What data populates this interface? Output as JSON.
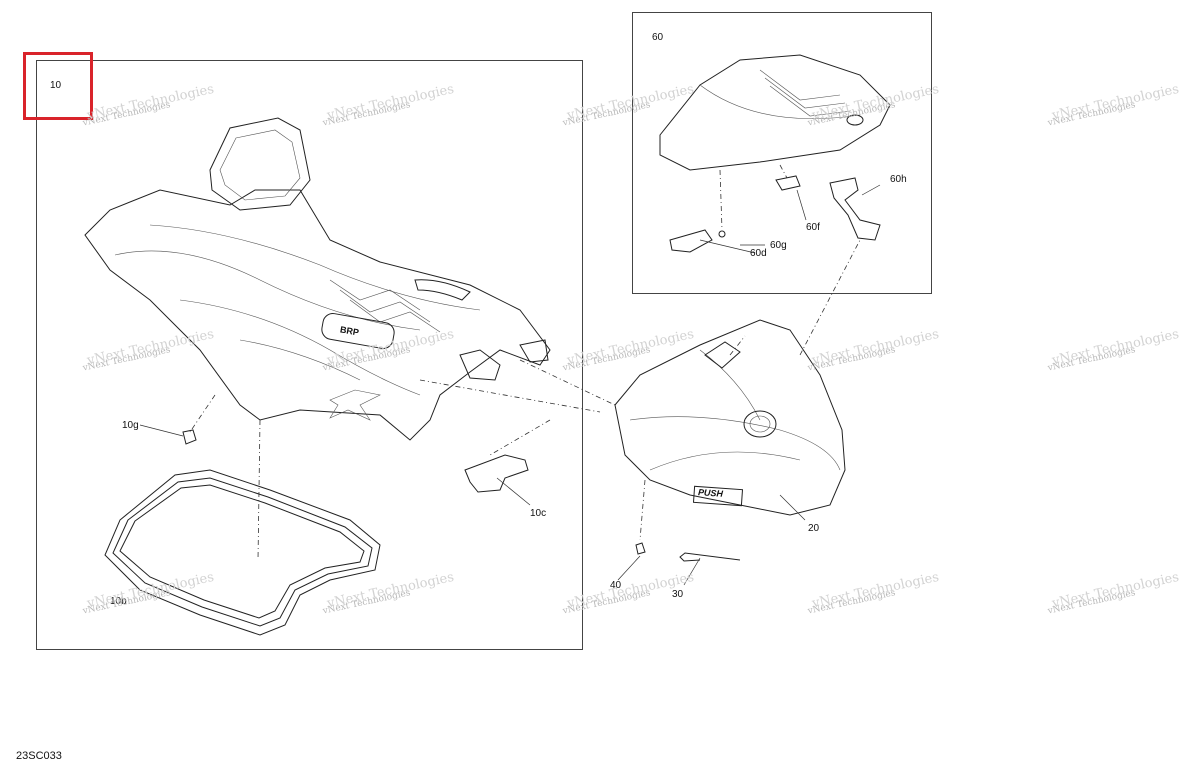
{
  "diagram_code": "23SC033",
  "watermark": "vNext Technologies",
  "callouts": {
    "c10": "10",
    "c10g": "10g",
    "c10c": "10c",
    "c10b": "10b",
    "c60": "60",
    "c60h": "60h",
    "c60f": "60f",
    "c60g": "60g",
    "c60d": "60d",
    "c20": "20",
    "c40": "40",
    "c30": "30"
  },
  "badges": {
    "seat_logo": "BRP",
    "push_label": "PUSH"
  },
  "colors": {
    "highlight": "#d9232a",
    "line": "#222222",
    "watermark": "#b8b8b8"
  }
}
